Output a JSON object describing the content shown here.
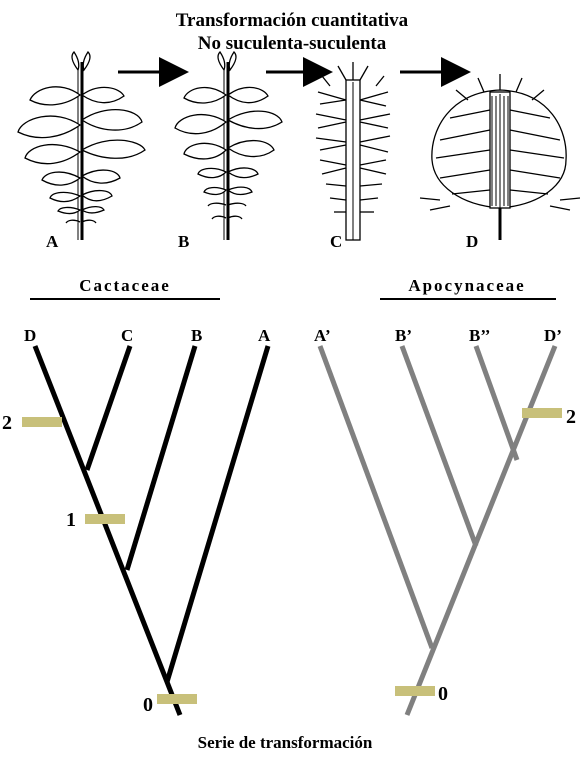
{
  "title": {
    "line1": "Transformación cuantitativa",
    "line2": "No suculenta-suculenta"
  },
  "stages": [
    {
      "id": "stage-a",
      "label": "A",
      "type": "leafy"
    },
    {
      "id": "stage-b",
      "label": "B",
      "type": "leafy-reduced"
    },
    {
      "id": "stage-c",
      "label": "C",
      "type": "spiny"
    },
    {
      "id": "stage-d",
      "label": "D",
      "type": "succulent"
    }
  ],
  "cactaceae": {
    "name": "Cactaceae",
    "color": "#000000",
    "tips": [
      "D",
      "C",
      "B",
      "A"
    ],
    "marks": [
      {
        "label": "2"
      },
      {
        "label": "1"
      },
      {
        "label": "0"
      }
    ]
  },
  "apocynaceae": {
    "name": "Apocynaceae",
    "color": "#808080",
    "tips": [
      "A’",
      "B’",
      "B’’",
      "D’"
    ],
    "marks": [
      {
        "label": "2"
      },
      {
        "label": "0"
      }
    ]
  },
  "mark_color": "#c8c07a",
  "caption": "Serie de transformación"
}
